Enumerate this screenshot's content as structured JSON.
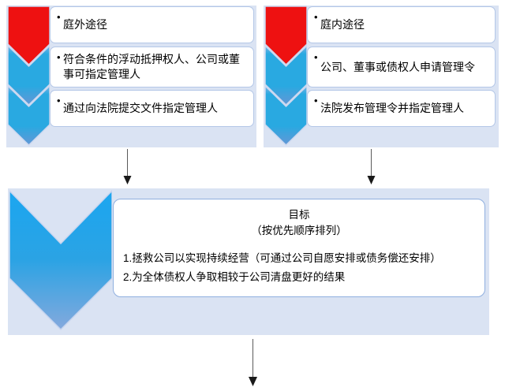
{
  "bullet": "•",
  "left_panel": {
    "items": [
      {
        "label": "庭外途径"
      },
      {
        "label": "符合条件的浮动抵押权人、公司或董事可指定管理人"
      },
      {
        "label": "通过向法院提交文件指定管理人"
      }
    ]
  },
  "right_panel": {
    "items": [
      {
        "label": "庭内途径"
      },
      {
        "label": "公司、董事或债权人申请管理令"
      },
      {
        "label": "法院发布管理令并指定管理人"
      }
    ]
  },
  "goal_box": {
    "title": "目标",
    "subtitle": "（按优先顺序排列）",
    "items": [
      {
        "label": "1.拯救公司以实现持续经营（可通过公司自愿安排或债务偿还安排）"
      },
      {
        "label": "2.为全体债权人争取相较于公司清盘更好的结果"
      }
    ]
  },
  "colors": {
    "panel_background": "#dae3f3",
    "chevron_red": "#ee1111",
    "chevron_blue": "#29a9e1",
    "chevron_blue_tail": "#6b9ad8",
    "chevron_border": "#ccd8f0",
    "step_box_border": "#b4c7e7",
    "goal_box_border": "#8fafdf",
    "arrow": "#2b2b2b"
  }
}
